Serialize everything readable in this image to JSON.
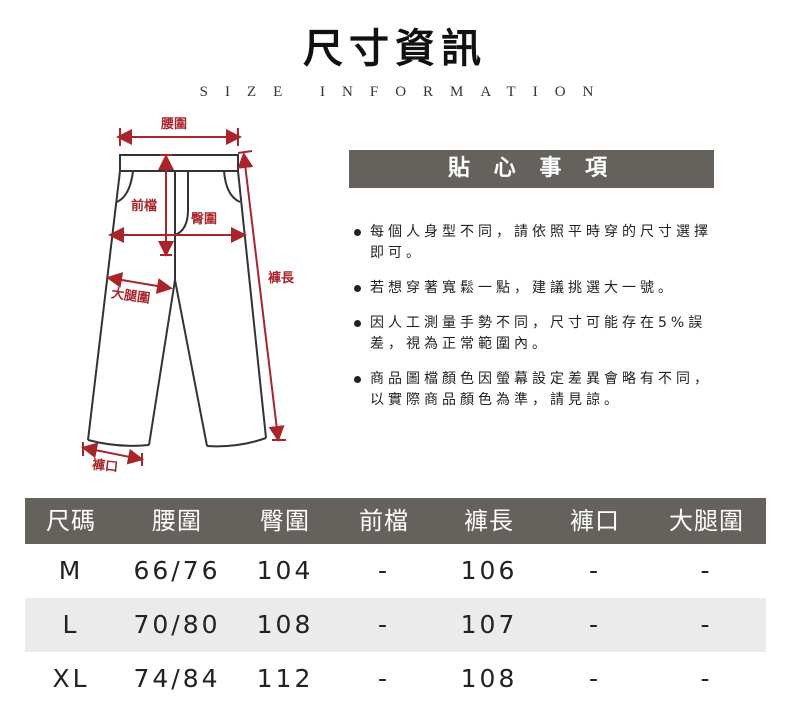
{
  "header": {
    "title_zh": "尺寸資訊",
    "title_en": "SIZE INFORMATION"
  },
  "diagram": {
    "labels": {
      "waist": "腰圍",
      "front_rise": "前檔",
      "hip": "臀圍",
      "length": "褲長",
      "thigh": "大腿圍",
      "hem": "褲口"
    },
    "colors": {
      "outline": "#333333",
      "measure": "#a8252c"
    }
  },
  "notice": {
    "title": "貼 心 事 項",
    "items": [
      "每個人身型不同，請依照平時穿的尺寸選擇即可。",
      "若想穿著寬鬆一點，建議挑選大一號。",
      "因人工測量手勢不同，尺寸可能存在5%誤差，視為正常範圍內。",
      "商品圖檔顏色因螢幕設定差異會略有不同，以實際商品顏色為準，請見諒。"
    ]
  },
  "size_table": {
    "headers": [
      "尺碼",
      "腰圍",
      "臀圍",
      "前檔",
      "褲長",
      "褲口",
      "大腿圍"
    ],
    "rows": [
      [
        "M",
        "66/76",
        "104",
        "-",
        "106",
        "-",
        "-"
      ],
      [
        "L",
        "70/80",
        "108",
        "-",
        "107",
        "-",
        "-"
      ],
      [
        "XL",
        "74/84",
        "112",
        "-",
        "108",
        "-",
        "-"
      ]
    ],
    "colors": {
      "header_bg": "#65625d",
      "header_text": "#ffffff",
      "shaded_row": "#ebebeb"
    }
  }
}
